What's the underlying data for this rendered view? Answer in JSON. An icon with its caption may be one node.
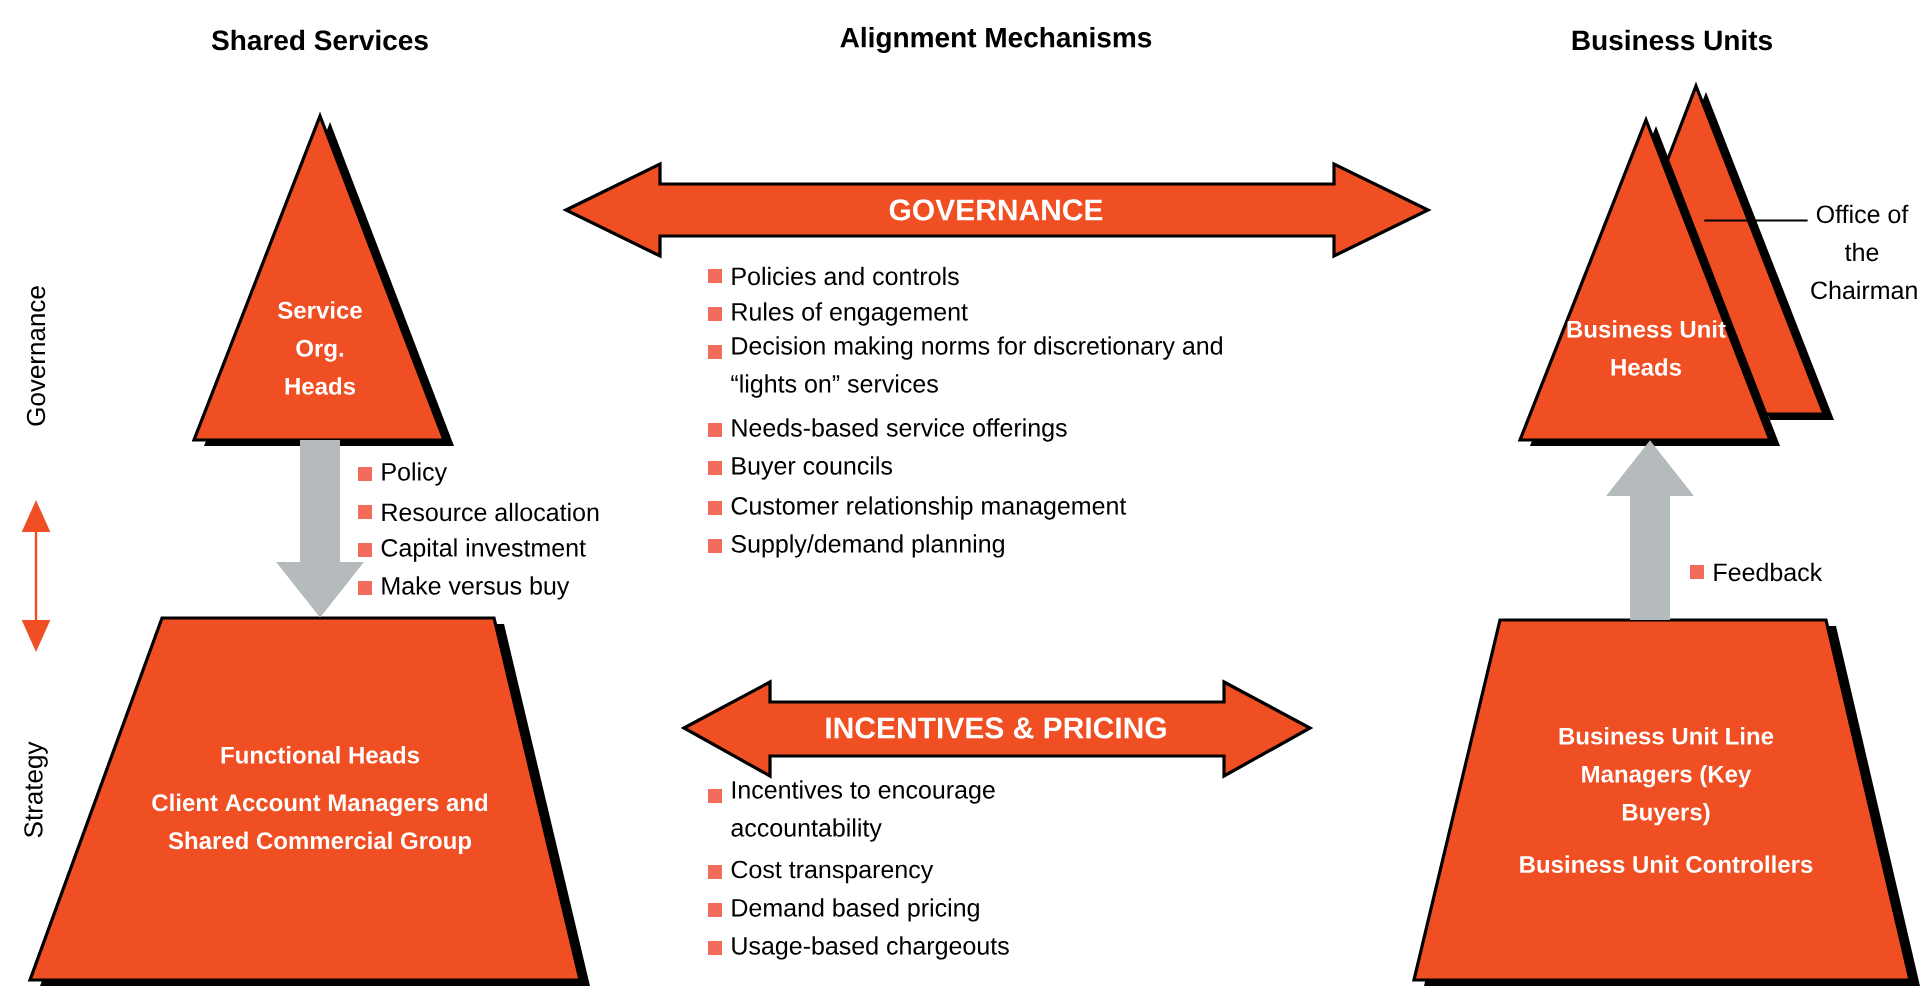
{
  "diagram": {
    "nodes": [
      {
        "text": [
          "Service Org. Heads"
        ]
      },
      {
        "text": [
          "Functional Heads",
          "Client Account Managers and Shared Commercial Group"
        ]
      },
      {
        "text": [
          "GOVERNANCE"
        ]
      },
      {
        "text": [
          "INCENTIVES & PRICING"
        ]
      },
      {
        "text": [],
        "shape": "triangle"
      },
      {
        "text": [
          "Business Unit Heads"
        ]
      },
      {
        "text": [
          "Office of the Chairman"
        ]
      },
      {
        "text": [
          "Business Unit Line Managers (Key Buyers)",
          "Business Unit Controllers"
        ]
      }
    ],
    "edges": [
      {
        "from": 0,
        "to": 1,
        "arrow": "to"
      },
      {
        "from": 7,
        "to": 5,
        "arrow": "to"
      },
      {
        "from": 6,
        "to": 4,
        "arrow": "none",
        "color": "#000000"
      }
    ],
    "labels": [
      "Shared Services",
      "Alignment Mechanisms",
      "Business Units",
      "Governance",
      "Policies and controls",
      "Rules of engagement",
      "Decision making norms for discretionary and “lights on” services",
      "Needs-based service offerings",
      "Buyer councils",
      "Customer relationship management",
      "Supply/demand planning",
      "Policy",
      "Resource allocation",
      "Capital investment",
      "Make versus buy",
      "Feedback",
      "Strategy",
      "Incentives to encourage accountability",
      "Cost transparency",
      "Demand based pricing",
      "Usage-based chargeouts"
    ]
  }
}
